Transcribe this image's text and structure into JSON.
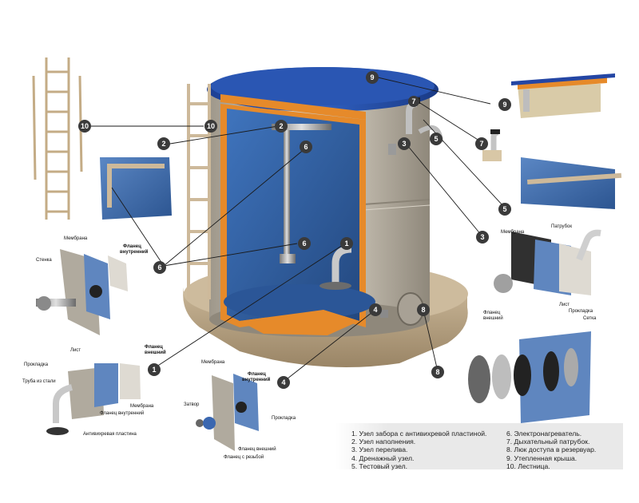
{
  "legend": {
    "left": [
      "1. Узел забора с антивихревой пластиной.",
      "2. Узел наполнения.",
      "3. Узел перелива.",
      "4. Дренажный узел.",
      "5. Тестовый узел."
    ],
    "right": [
      "6. Электронагреватель.",
      "7. Дыхательный патрубок.",
      "8. Люк доступа в резервуар.",
      "9. Утепленная крыша.",
      "10. Лестница."
    ]
  },
  "markers": [
    "1",
    "2",
    "3",
    "4",
    "5",
    "6",
    "7",
    "8",
    "9",
    "10"
  ],
  "part_labels": {
    "membrana": "Мембрана",
    "flanets": "Фланец",
    "vnutrenniy": "внутренний",
    "vneshniy": "внешний",
    "stenka": "Стенка",
    "list": "Лист",
    "prokladka": "Прокладка",
    "truba": "Труба из стали",
    "antivihr": "Антивихревая пластина",
    "flanets_vnutrenniy": "Фланец внутренний",
    "membrana2": "Мембрана",
    "zatvor": "Затвор",
    "flanets_vneshniy": "Фланец внешний",
    "flanets_rezba": "Фланец с резьбой",
    "patrubok": "Патрубок",
    "setka": "Сетка"
  },
  "colors": {
    "tank_steel": "#b8b2a6",
    "tank_blue": "#2f5ea3",
    "roof_blue": "#1f4aa8",
    "insulation_orange": "#e68a2a",
    "concrete": "#b9a587",
    "marker": "#3a3a3a"
  }
}
